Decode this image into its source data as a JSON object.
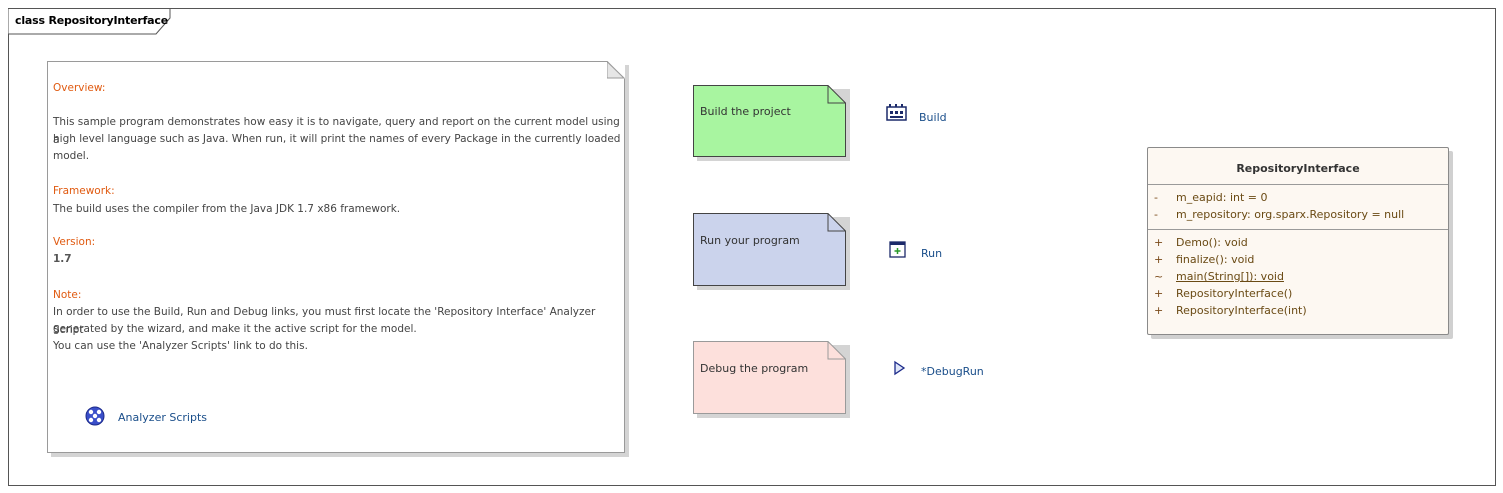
{
  "frame": {
    "title": "class RepositoryInterface"
  },
  "overview_note": {
    "overview_heading": "Overview:",
    "overview_text_1": "This sample program demonstrates how easy it is to navigate, query and report on the current model using a",
    "overview_text_2": "high level language such as Java. When run, it will print the names of every Package in the currently loaded",
    "overview_text_3": "model.",
    "framework_heading": "Framework:",
    "framework_text": "The build uses the compiler from the Java JDK 1.7 x86 framework.",
    "version_heading": "Version:",
    "version_value": "1.7",
    "note_heading": "Note:",
    "note_text_1": "In order to use the Build, Run and Debug links, you must first locate the 'Repository Interface' Analyzer Script",
    "note_text_2": "generated by the wizard, and make it the active script for the model.",
    "note_text_3": "You can use the 'Analyzer Scripts' link to do this.",
    "analyzer_link": "Analyzer Scripts"
  },
  "build_note": {
    "label": "Build the project",
    "color": "#a8f5a0",
    "link": "Build"
  },
  "run_note": {
    "label": "Run your program",
    "color": "#cbd3ec",
    "link": "Run"
  },
  "debug_note": {
    "label": "Debug the program",
    "color": "#fde0dc",
    "link": "*DebugRun"
  },
  "class_box": {
    "name": "RepositoryInterface",
    "attributes": [
      {
        "visibility": "-",
        "text": "m_eapid: int = 0"
      },
      {
        "visibility": "-",
        "text": "m_repository: org.sparx.Repository = null"
      }
    ],
    "operations": [
      {
        "visibility": "+",
        "text": "Demo(): void"
      },
      {
        "visibility": "+",
        "text": "finalize(): void"
      },
      {
        "visibility": "~",
        "text": "main(String[]): void"
      },
      {
        "visibility": "+",
        "text": "RepositoryInterface()"
      },
      {
        "visibility": "+",
        "text": "RepositoryInterface(int)"
      }
    ]
  },
  "colors": {
    "heading": "#e05a10",
    "link": "#1a4e8a",
    "class_fill": "#fdf8f2"
  }
}
